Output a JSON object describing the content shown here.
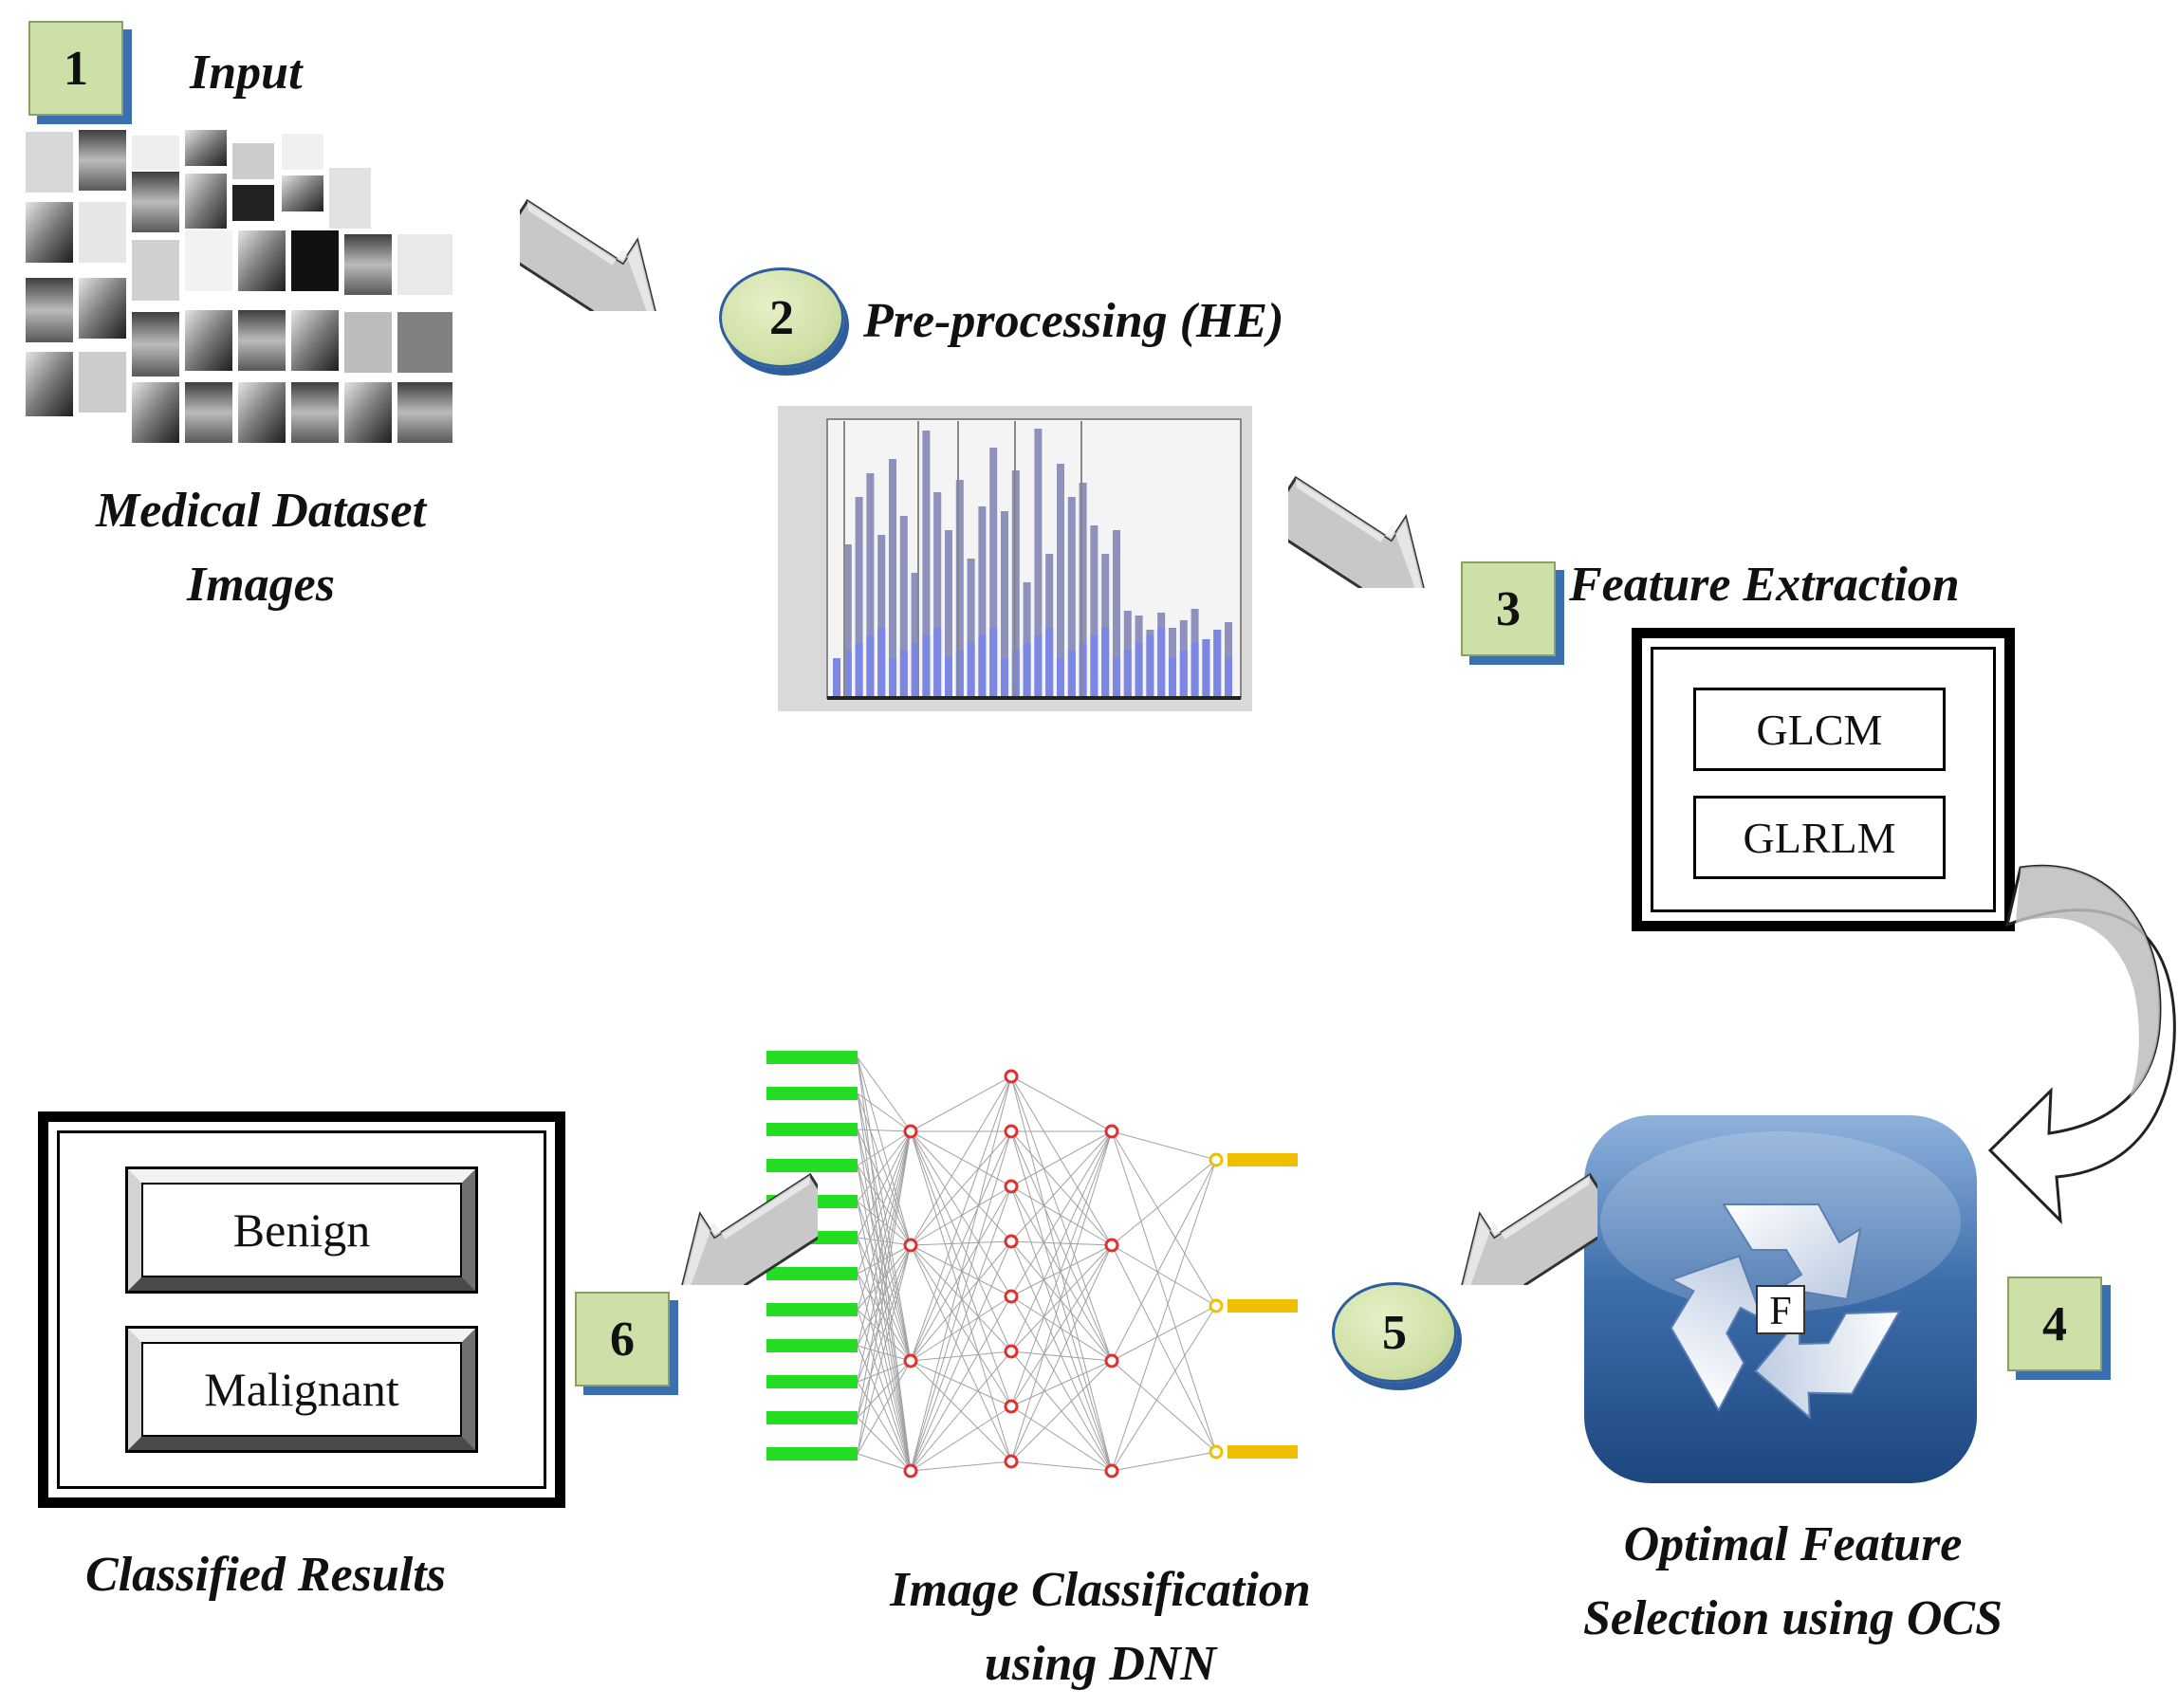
{
  "steps": {
    "s1": {
      "number": "1",
      "title": "Input",
      "caption": [
        "Medical Dataset",
        "Images"
      ]
    },
    "s2": {
      "number": "2",
      "title": "Pre-processing (HE)"
    },
    "s3": {
      "number": "3",
      "title": "Feature Extraction",
      "items": [
        "GLCM",
        "GLRLM"
      ]
    },
    "s4": {
      "number": "4",
      "caption": [
        "Optimal Feature",
        "Selection using OCS"
      ],
      "icon_letter": "F"
    },
    "s5": {
      "number": "5",
      "caption": [
        "Image Classification",
        "using DNN"
      ]
    },
    "s6": {
      "number": "6",
      "caption": "Classified Results",
      "items": [
        "Benign",
        "Malignant"
      ]
    }
  },
  "colors": {
    "badge_fill": "#cde0a8",
    "badge_shadow": "#3b6fb0",
    "arrow_fill": "#c8c8c8",
    "histogram_bar": "#7a7fb0",
    "histogram_low": "#7a86e8",
    "dnn_input": "#22dd22",
    "dnn_output": "#f0c000",
    "dnn_node": "#e03030",
    "ocs_tile": "#2c5a98"
  },
  "icons": {
    "step1": "xray-image-collage",
    "step2": "histogram-chart",
    "step4": "recycle-icon",
    "step5": "neural-network-diagram",
    "flow": "gray-3d-arrow"
  }
}
